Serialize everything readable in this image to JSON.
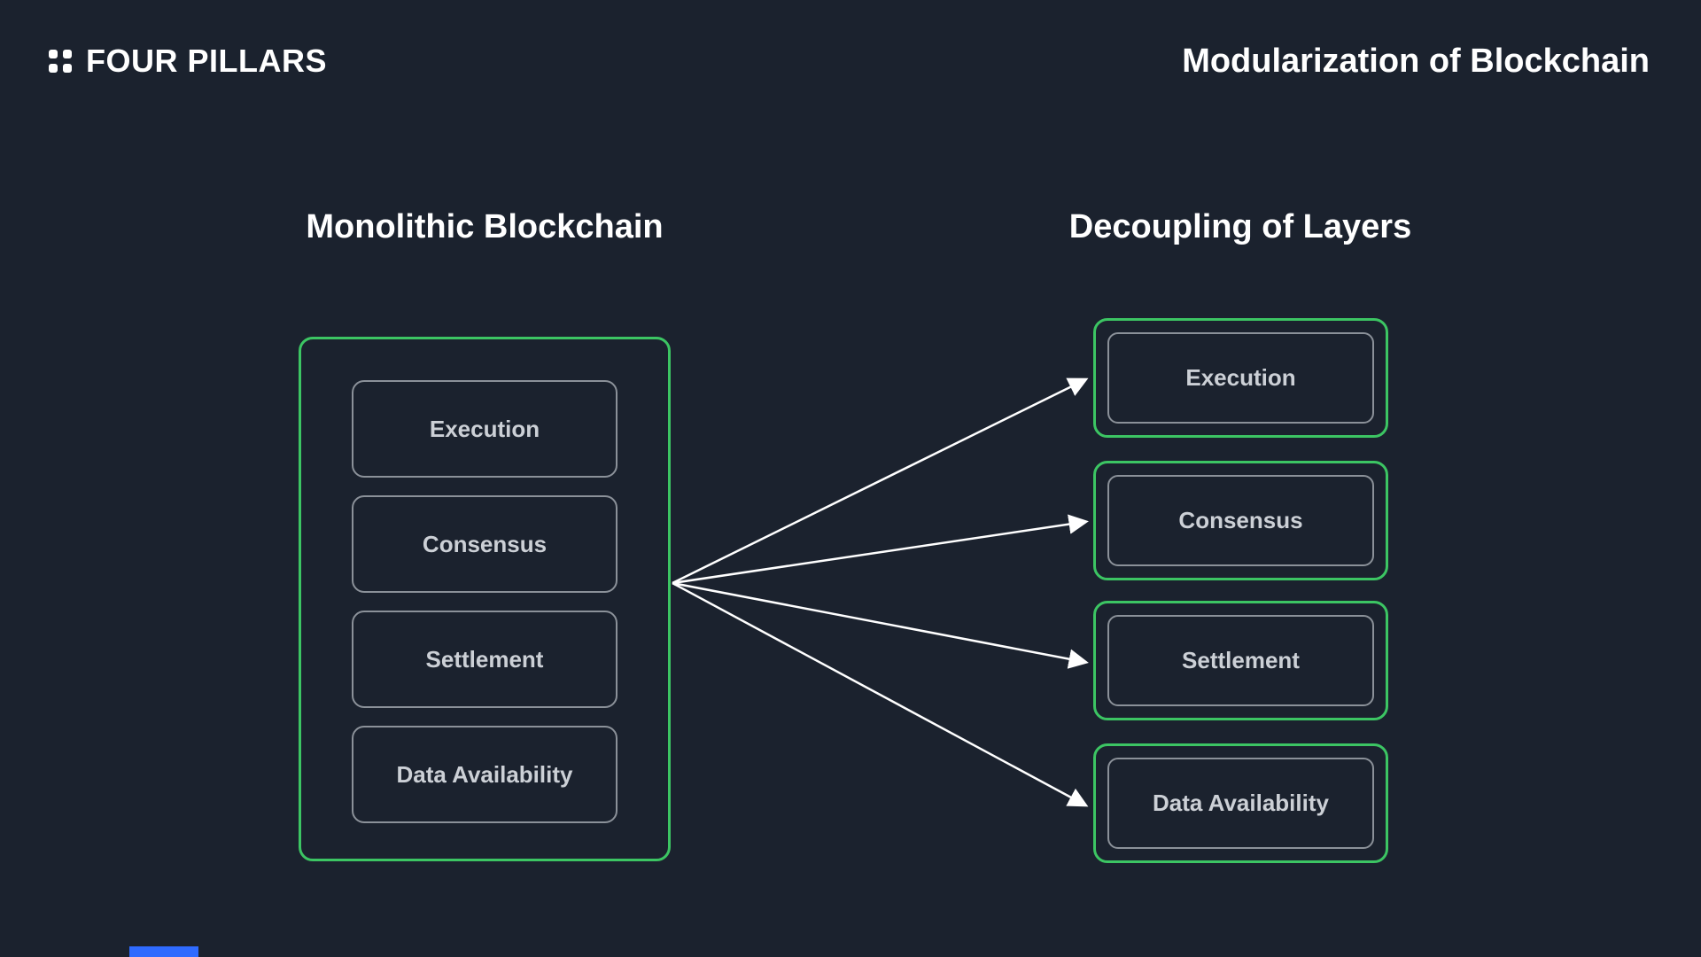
{
  "brand": {
    "name": "FOUR PILLARS",
    "logo_icon": "four-dots-icon"
  },
  "header": {
    "title": "Modularization of Blockchain"
  },
  "left": {
    "heading": "Monolithic Blockchain",
    "layers": [
      "Execution",
      "Consensus",
      "Settlement",
      "Data Availability"
    ]
  },
  "right": {
    "heading": "Decoupling of Layers",
    "layers": [
      "Execution",
      "Consensus",
      "Settlement",
      "Data Availability"
    ]
  },
  "colors": {
    "background": "#1b222e",
    "accent_green": "#3cc563",
    "box_border_gray": "#8b9199",
    "heading_text": "#ffffff",
    "layer_text": "#ccd0d6",
    "arrow": "#ffffff",
    "footer_bar_blue": "#2f6bff"
  }
}
